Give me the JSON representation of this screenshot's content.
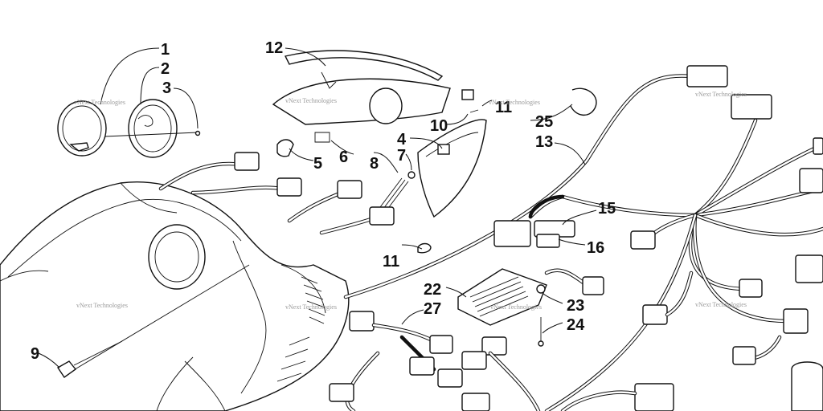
{
  "callouts": [
    "1",
    "2",
    "3",
    "4",
    "5",
    "6",
    "7",
    "8",
    "9",
    "10",
    "11",
    "11",
    "12",
    "13",
    "15",
    "16",
    "22",
    "23",
    "24",
    "25",
    "27"
  ],
  "watermark": "vNext Technologies"
}
